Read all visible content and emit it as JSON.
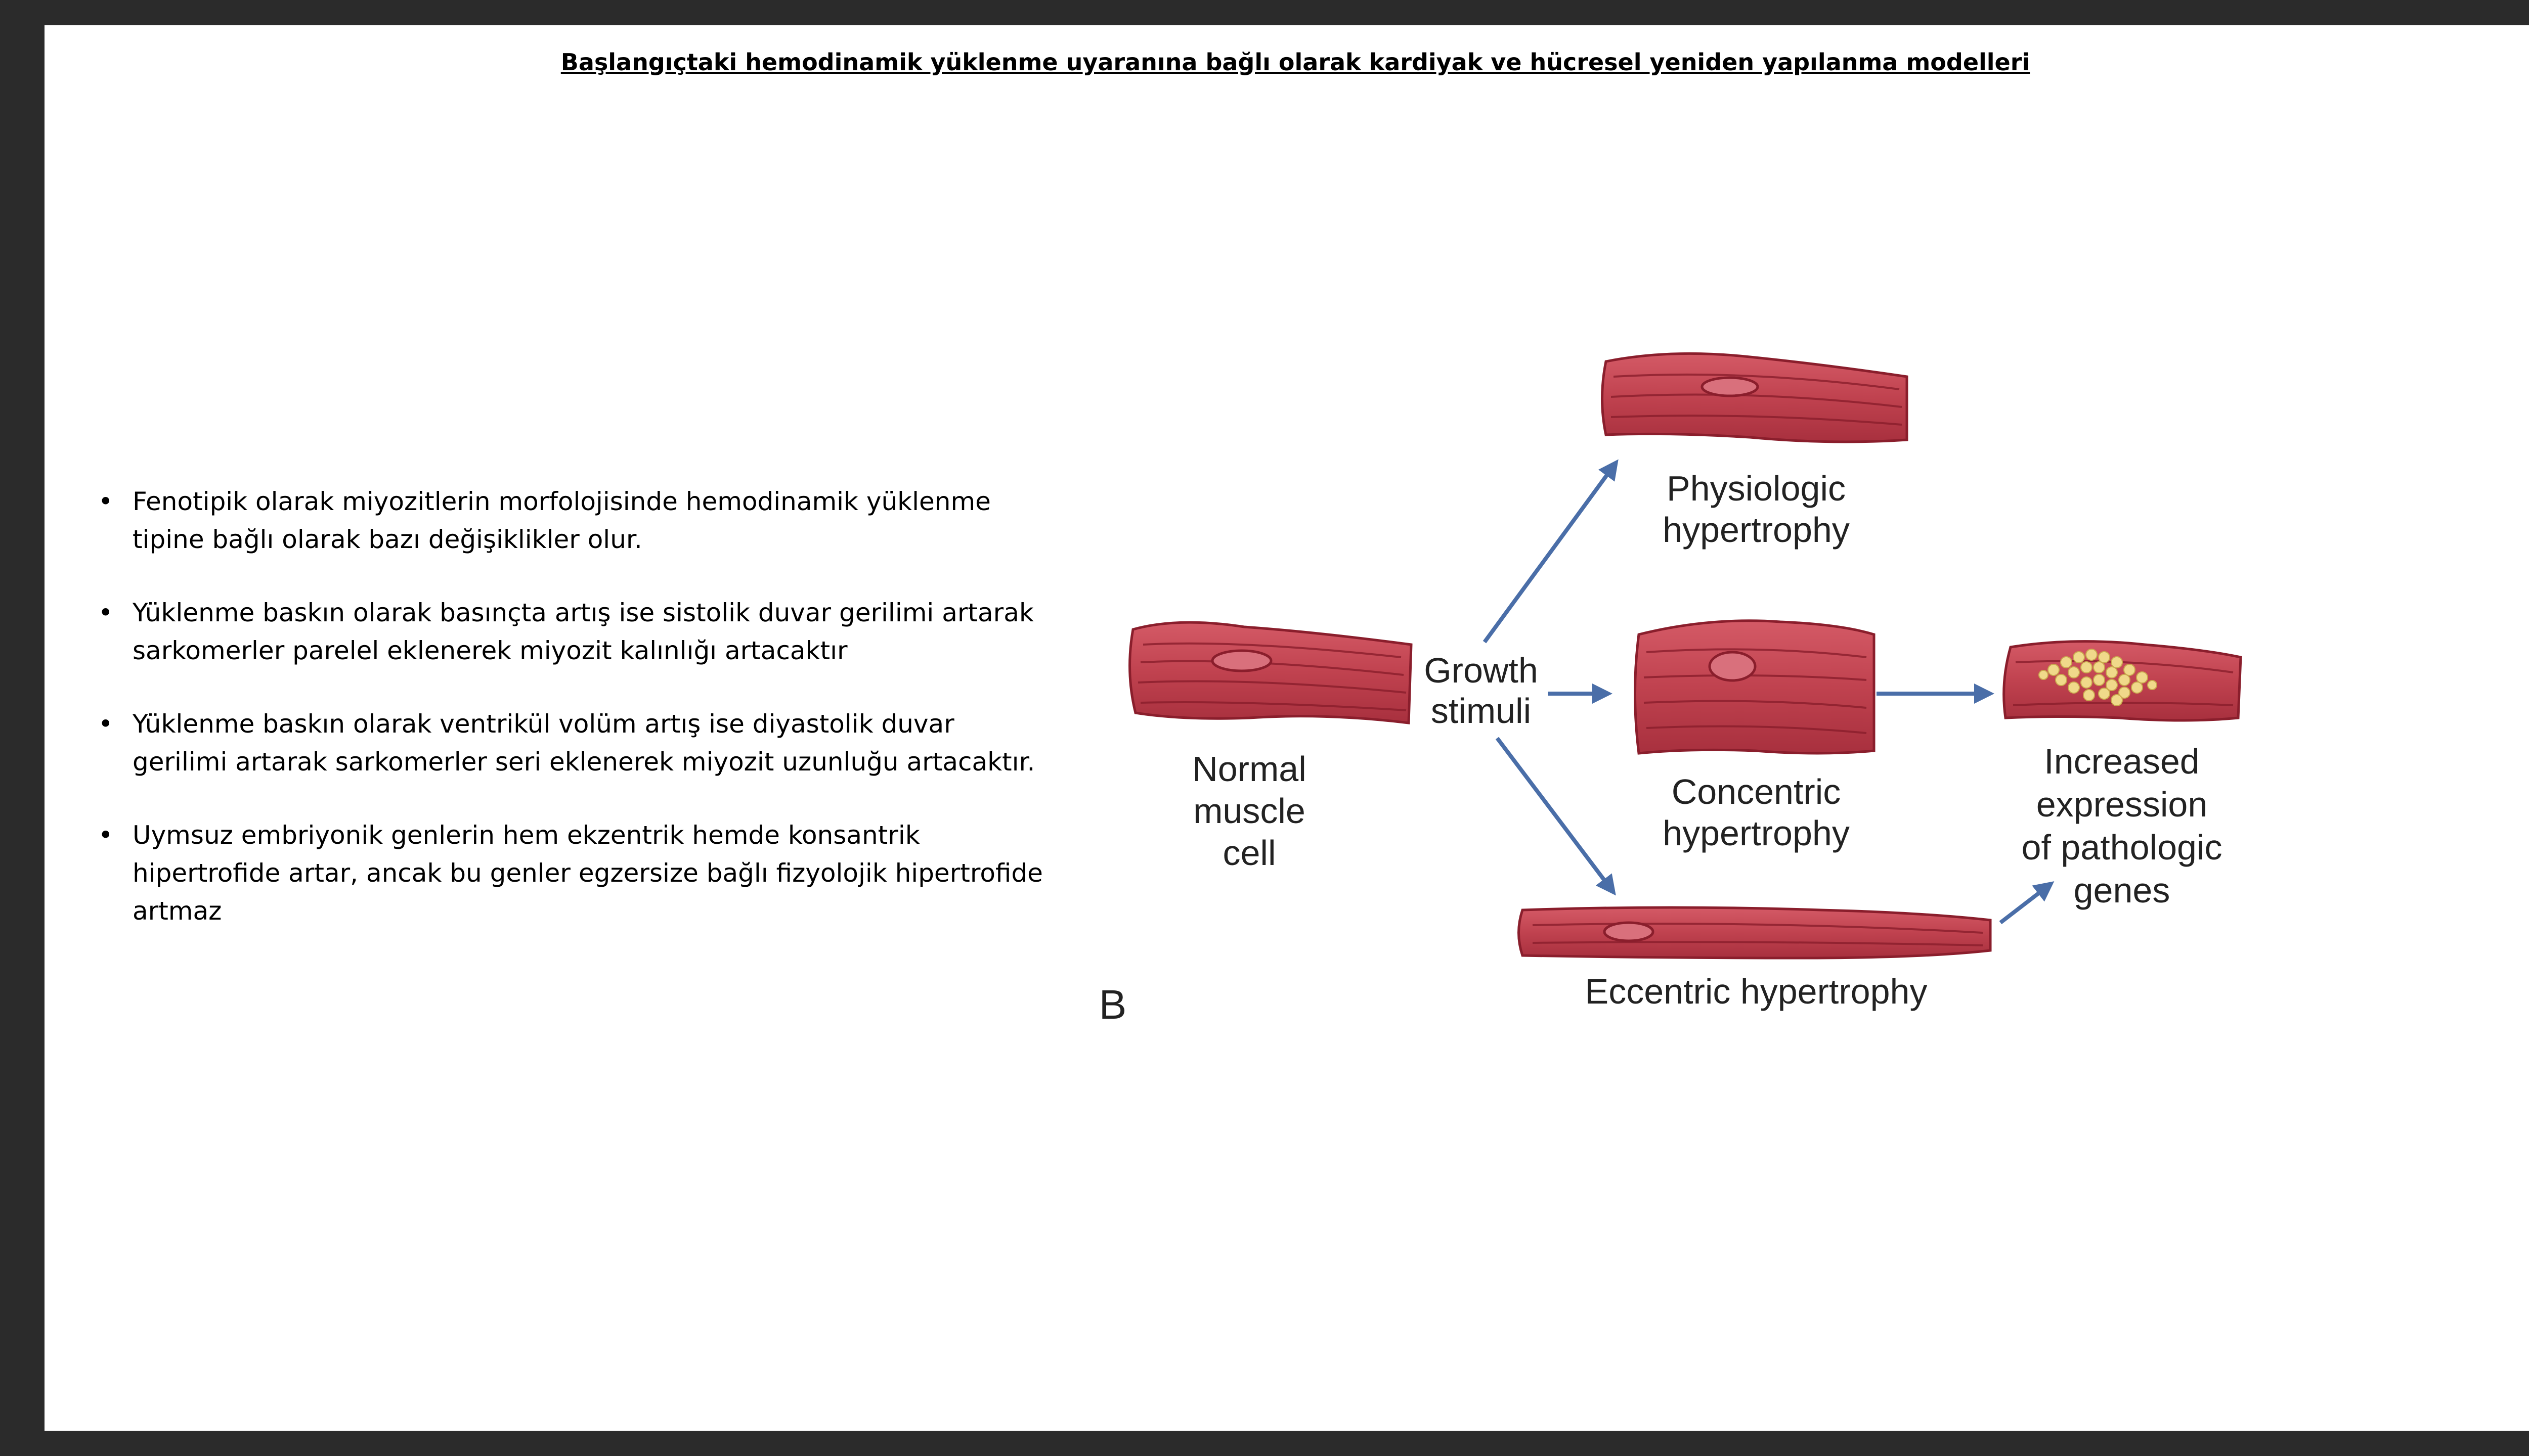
{
  "slide": {
    "title": "Başlangıçtaki hemodinamik yüklenme uyaranına  bağlı olarak kardiyak ve hücresel yeniden yapılanma modelleri",
    "bullets": [
      "Fenotipik olarak miyozitlerin morfolojisinde  hemodinamik yüklenme tipine bağlı olarak bazı değişiklikler olur.",
      "Yüklenme baskın olarak basınçta artış ise sistolik duvar gerilimi artarak sarkomerler parelel eklenerek miyozit kalınlığı artacaktır",
      "Yüklenme baskın olarak ventrikül volüm artış ise diyastolik duvar gerilimi artarak sarkomerler seri eklenerek miyozit uzunluğu artacaktır.",
      "Uymsuz embriyonik genlerin hem ekzentrik hemde konsantrik hipertrofide artar, ancak bu genler egzersize bağlı fizyolojik hipertrofide artmaz"
    ]
  },
  "diagram": {
    "panel_letter": "B",
    "normal_cell": [
      "Normal",
      "muscle",
      "cell"
    ],
    "growth_stimuli": [
      "Growth",
      "stimuli"
    ],
    "physiologic": [
      "Physiologic",
      "hypertrophy"
    ],
    "concentric": [
      "Concentric",
      "hypertrophy"
    ],
    "eccentric": "Eccentric hypertrophy",
    "pathologic": [
      "Increased",
      "expression",
      "of pathologic",
      "genes"
    ],
    "colors": {
      "cell_fill": "#c0424f",
      "cell_stroke": "#8a1e2c",
      "arrow": "#4a6ea8",
      "gene_dots": "#f0d98a"
    }
  }
}
